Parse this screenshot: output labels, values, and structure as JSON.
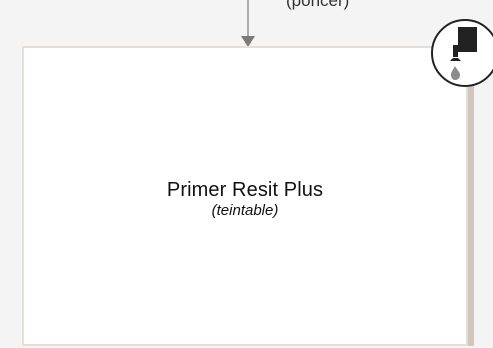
{
  "flow": {
    "previous_step_label": "(poncer)"
  },
  "product_box": {
    "name": "Primer Resit Plus",
    "note": "(teintable)"
  },
  "icons": {
    "arrow": "arrow-down-icon",
    "badge": "paint-bucket-icon"
  },
  "colors": {
    "background": "#f4f4f4",
    "card_border": "#e5ddd6",
    "card_shadow": "#d2c7bf",
    "arrow": "#7a7a7a",
    "badge_dark": "#222222",
    "badge_drop": "#8c8c8c"
  }
}
